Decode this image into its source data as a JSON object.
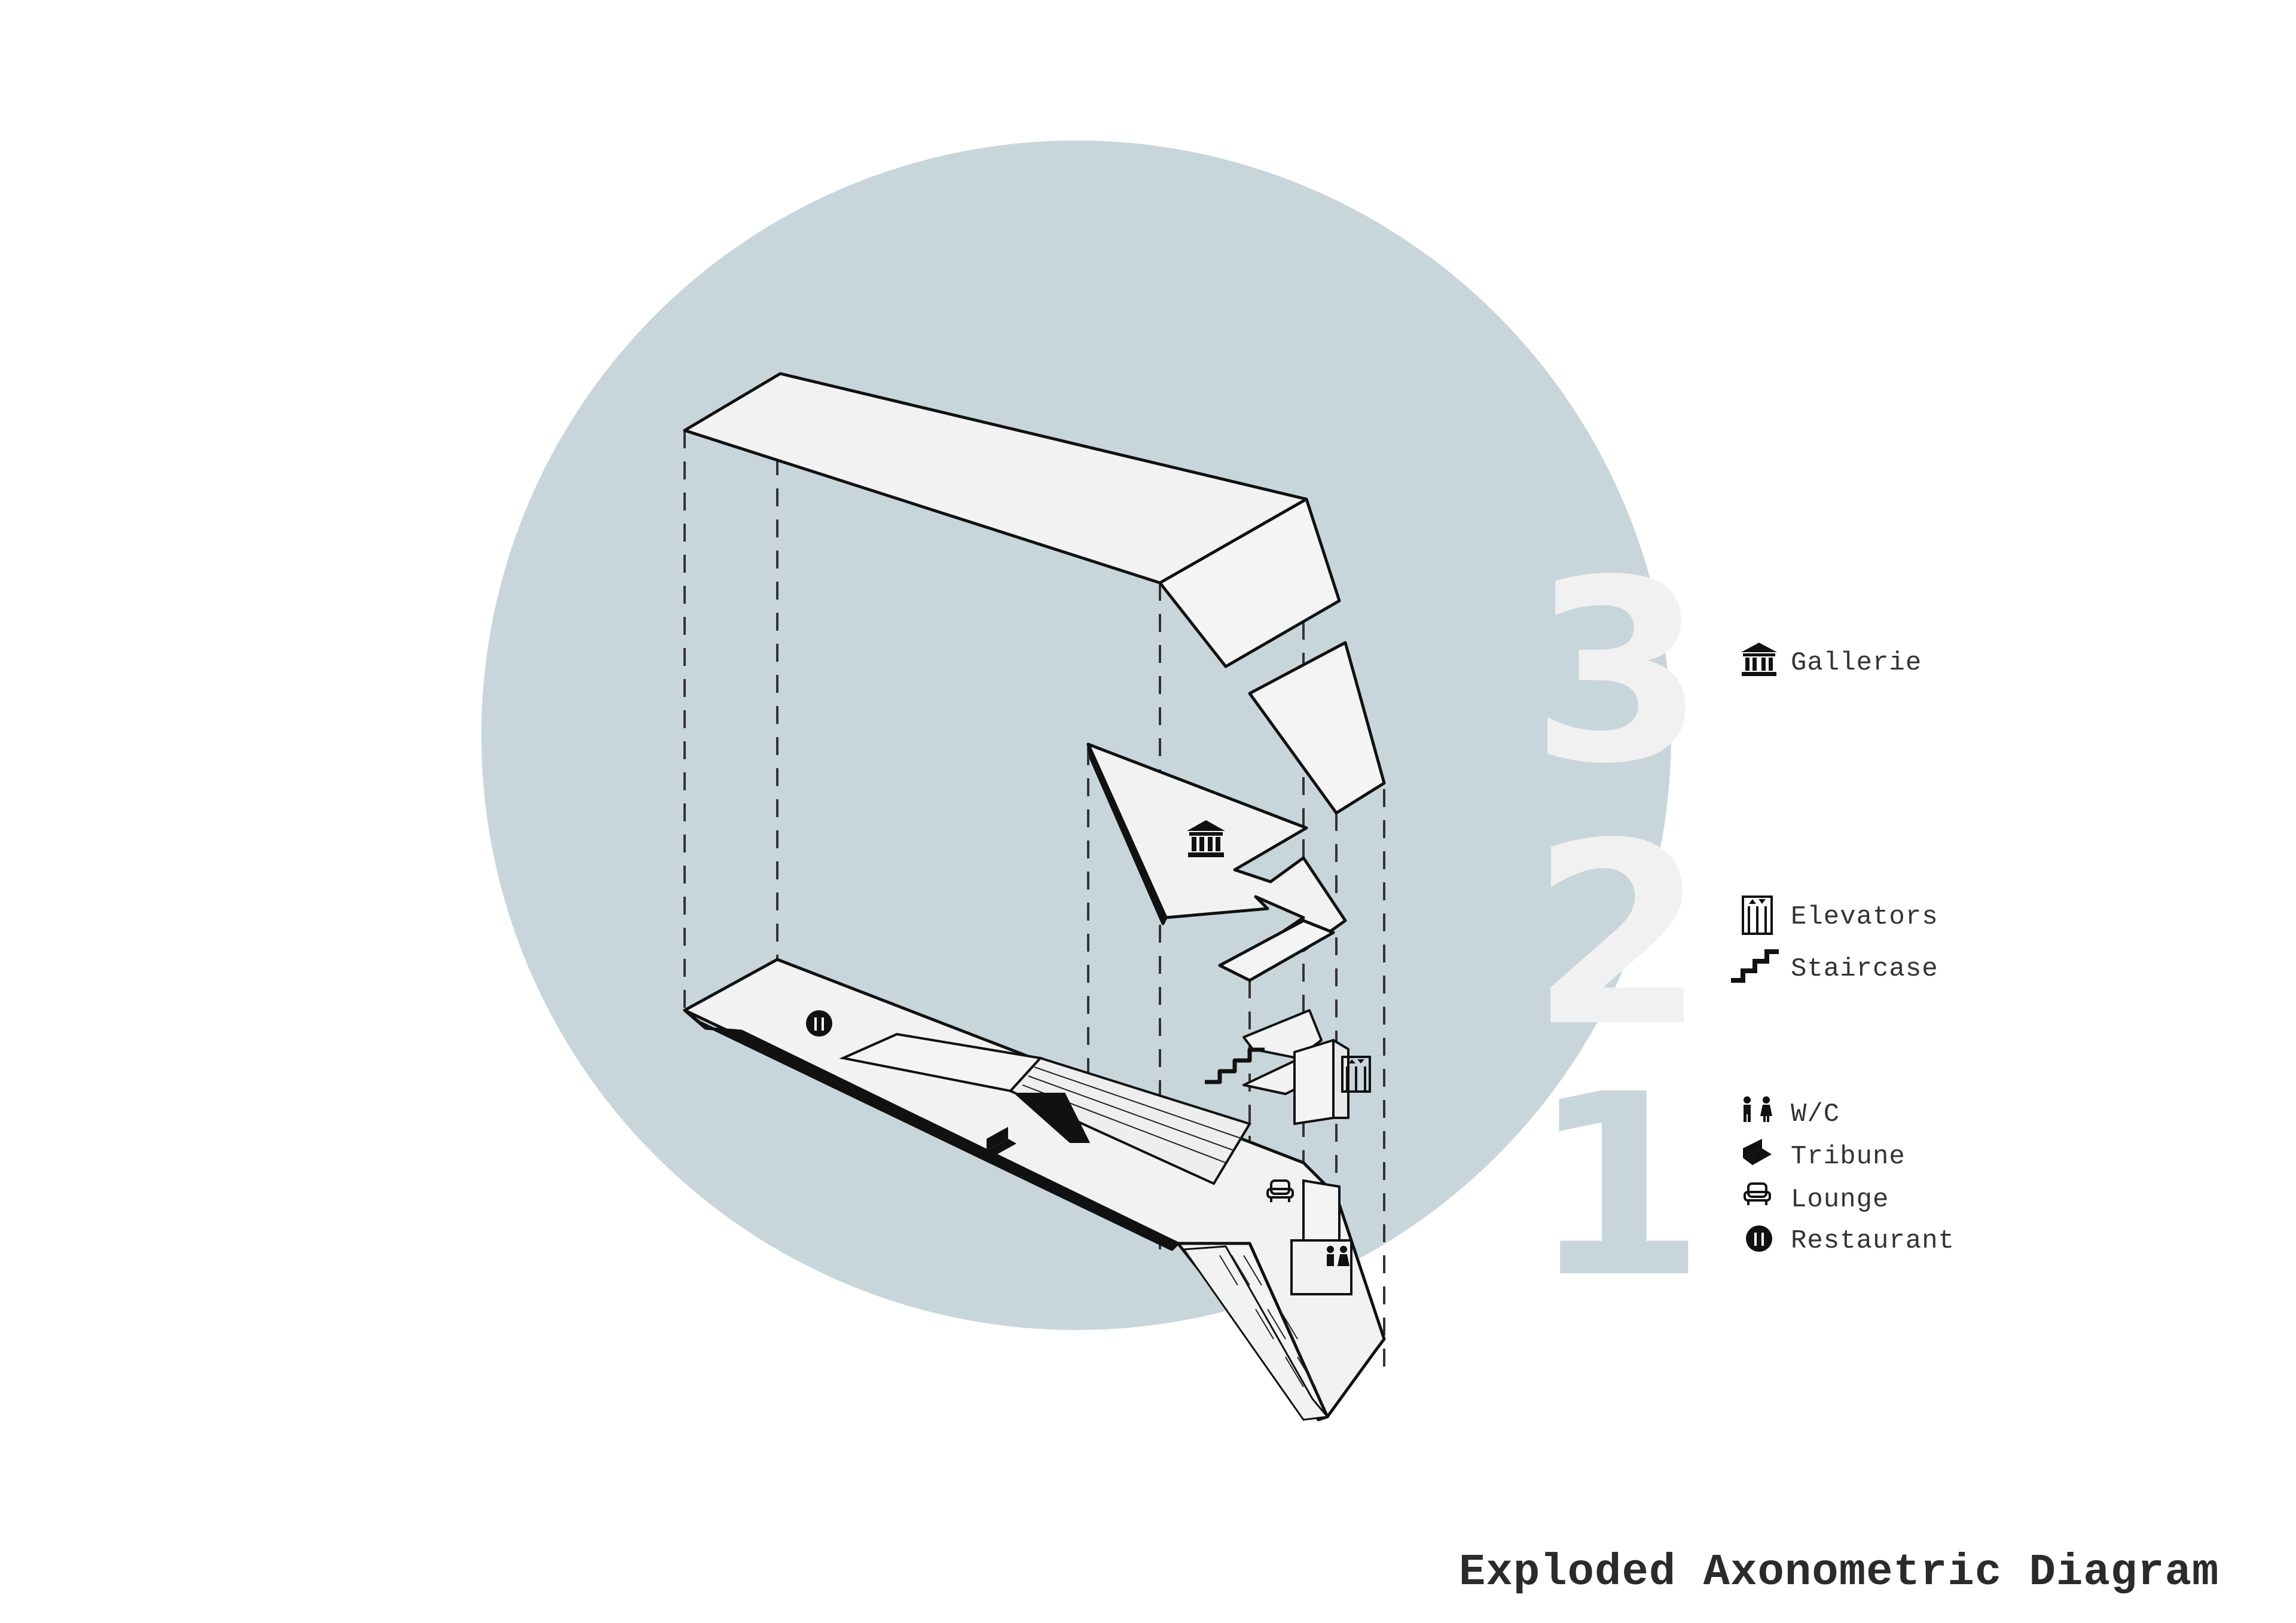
{
  "title": "Exploded Axonometric Diagram",
  "floors": [
    {
      "number": "3",
      "color": "#f1f1f1"
    },
    {
      "number": "2",
      "color": "#f1f1f1"
    },
    {
      "number": "1",
      "color": "#c8d6dc"
    }
  ],
  "legend": {
    "gallerie": "Gallerie",
    "elevators": "Elevators",
    "staircase": "Staircase",
    "wc": "W/C",
    "tribune": "Tribune",
    "lounge": "Lounge",
    "restaurant": "Restaurant"
  },
  "colors": {
    "circle": "#c8d6dc",
    "slab_fill": "#f2f2f2",
    "line": "#111111"
  }
}
